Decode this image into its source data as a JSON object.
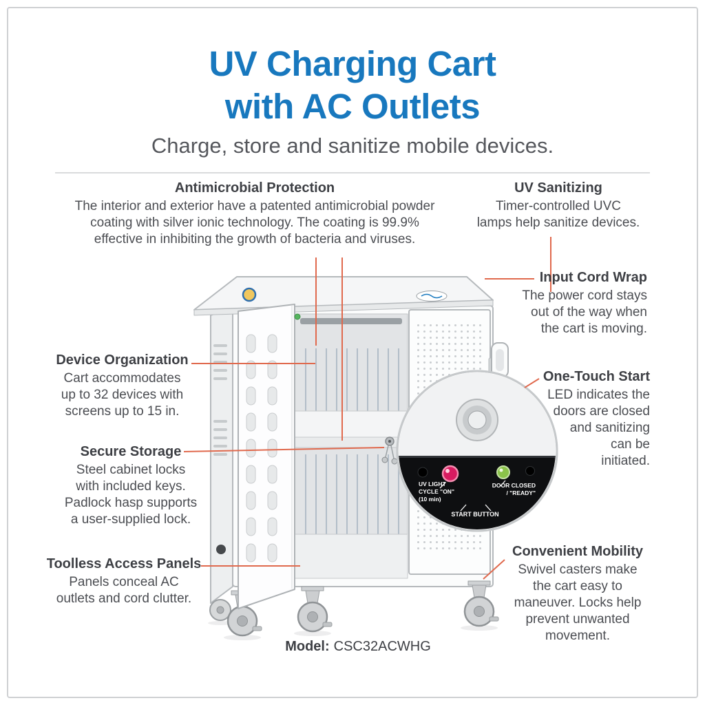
{
  "header": {
    "title_line1": "UV Charging Cart",
    "title_line2": "with AC Outlets",
    "subtitle": "Charge, store and sanitize mobile devices."
  },
  "callouts": {
    "antimicrobial": {
      "heading": "Antimicrobial Protection",
      "body": "The interior and exterior have a patented antimicrobial powder\ncoating with silver ionic technology. The coating is 99.9%\neffective in inhibiting the growth of bacteria and viruses."
    },
    "uv_sanitizing": {
      "heading": "UV Sanitizing",
      "body": "Timer-controlled UVC\nlamps help sanitize devices."
    },
    "input_cord_wrap": {
      "heading": "Input Cord Wrap",
      "body": "The power cord stays\nout of the way when\nthe cart is moving."
    },
    "one_touch_start": {
      "heading": "One-Touch Start",
      "body": "LED indicates the\ndoors are closed\nand sanitizing\ncan be\ninitiated."
    },
    "device_organization": {
      "heading": "Device Organization",
      "body": "Cart accommodates\nup to 32 devices with\nscreens up to 15 in."
    },
    "secure_storage": {
      "heading": "Secure Storage",
      "body": "Steel cabinet locks\nwith included keys.\nPadlock hasp supports\na user-supplied lock."
    },
    "toolless_access": {
      "heading": "Toolless Access Panels",
      "body": "Panels conceal AC\noutlets and cord clutter."
    },
    "convenient_mobility": {
      "heading": "Convenient Mobility",
      "body": "Swivel casters make\nthe cart easy to\nmaneuver. Locks help\nprevent unwanted\nmovement."
    }
  },
  "control_panel": {
    "uv_label": [
      "UV LIGHT",
      "CYCLE \"ON\"",
      "(10 min)"
    ],
    "start_label": "START BUTTON",
    "door_label": [
      "DOOR CLOSED",
      "/ \"READY\""
    ]
  },
  "model": {
    "label": "Model:",
    "value": "CSC32ACWHG"
  },
  "colors": {
    "title_blue": "#1878BE",
    "callout_line": "#E0694D",
    "heading_text": "#3D3F44",
    "body_text": "#4B4D52"
  }
}
